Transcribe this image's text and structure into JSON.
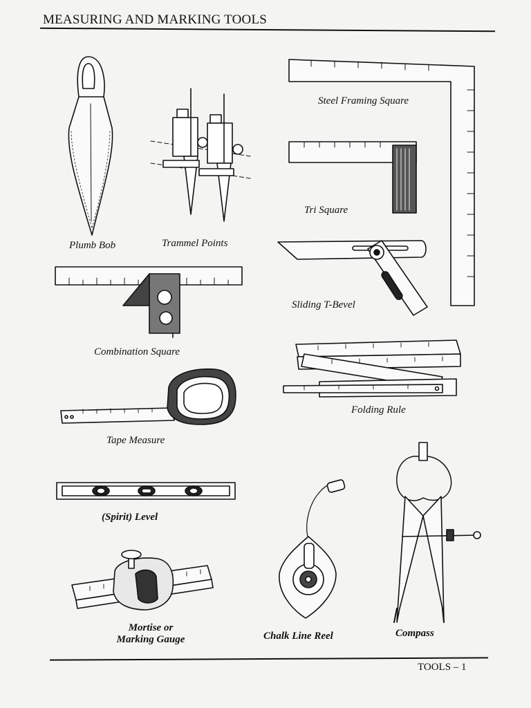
{
  "header": {
    "title": "MEASURING AND MARKING TOOLS"
  },
  "footer": {
    "page": "TOOLS – 1"
  },
  "tools": {
    "plumb_bob": "Plumb Bob",
    "trammel_points": "Trammel Points",
    "steel_framing_square": "Steel Framing Square",
    "tri_square": "Tri Square",
    "sliding_t_bevel": "Sliding T-Bevel",
    "combination_square": "Combination Square",
    "folding_rule": "Folding Rule",
    "tape_measure": "Tape Measure",
    "spirit_level": "(Spirit) Level",
    "mortise_gauge_line1": "Mortise or",
    "mortise_gauge_line2": "Marking Gauge",
    "chalk_line_reel": "Chalk Line Reel",
    "compass": "Compass"
  }
}
